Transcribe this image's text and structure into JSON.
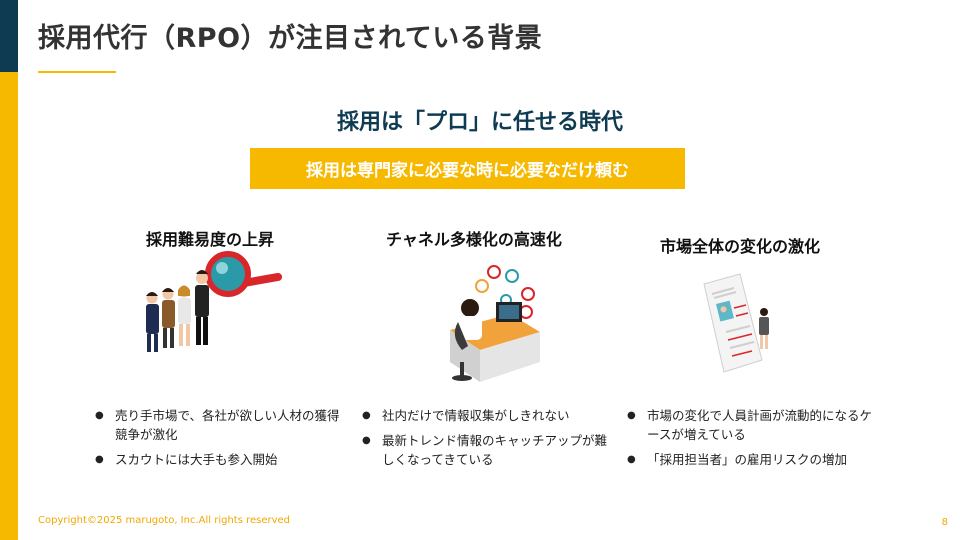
{
  "header": {
    "title": "採用代行（RPO）が注目されている背景"
  },
  "main": {
    "heading": "採用は「プロ」に任せる時代",
    "banner": "採用は専門家に必要な時に必要なだけ頼む"
  },
  "columns": [
    {
      "title": "採用難易度の上昇",
      "icon": "recruiting-magnifier-icon",
      "bullets": [
        "売り手市場で、各社が欲しい人材の獲得競争が激化",
        "スカウトには大手も参入開始"
      ]
    },
    {
      "title": "チャネル多様化の高速化",
      "icon": "desk-workstation-icon",
      "bullets": [
        "社内だけで情報収集がしきれない",
        "最新トレンド情報のキャッチアップが難しくなってきている"
      ]
    },
    {
      "title": "市場全体の変化の激化",
      "icon": "resume-document-icon",
      "bullets": [
        "市場の変化で人員計画が流動的になるケースが増えている",
        "「採用担当者」の雇用リスクの増加"
      ]
    }
  ],
  "footer": {
    "copyright": "Copyright©2025 marugoto, Inc.All rights reserved",
    "page_number": "8"
  },
  "colors": {
    "navy": "#0e3a52",
    "gold": "#f7b900",
    "red": "#d9262b"
  }
}
